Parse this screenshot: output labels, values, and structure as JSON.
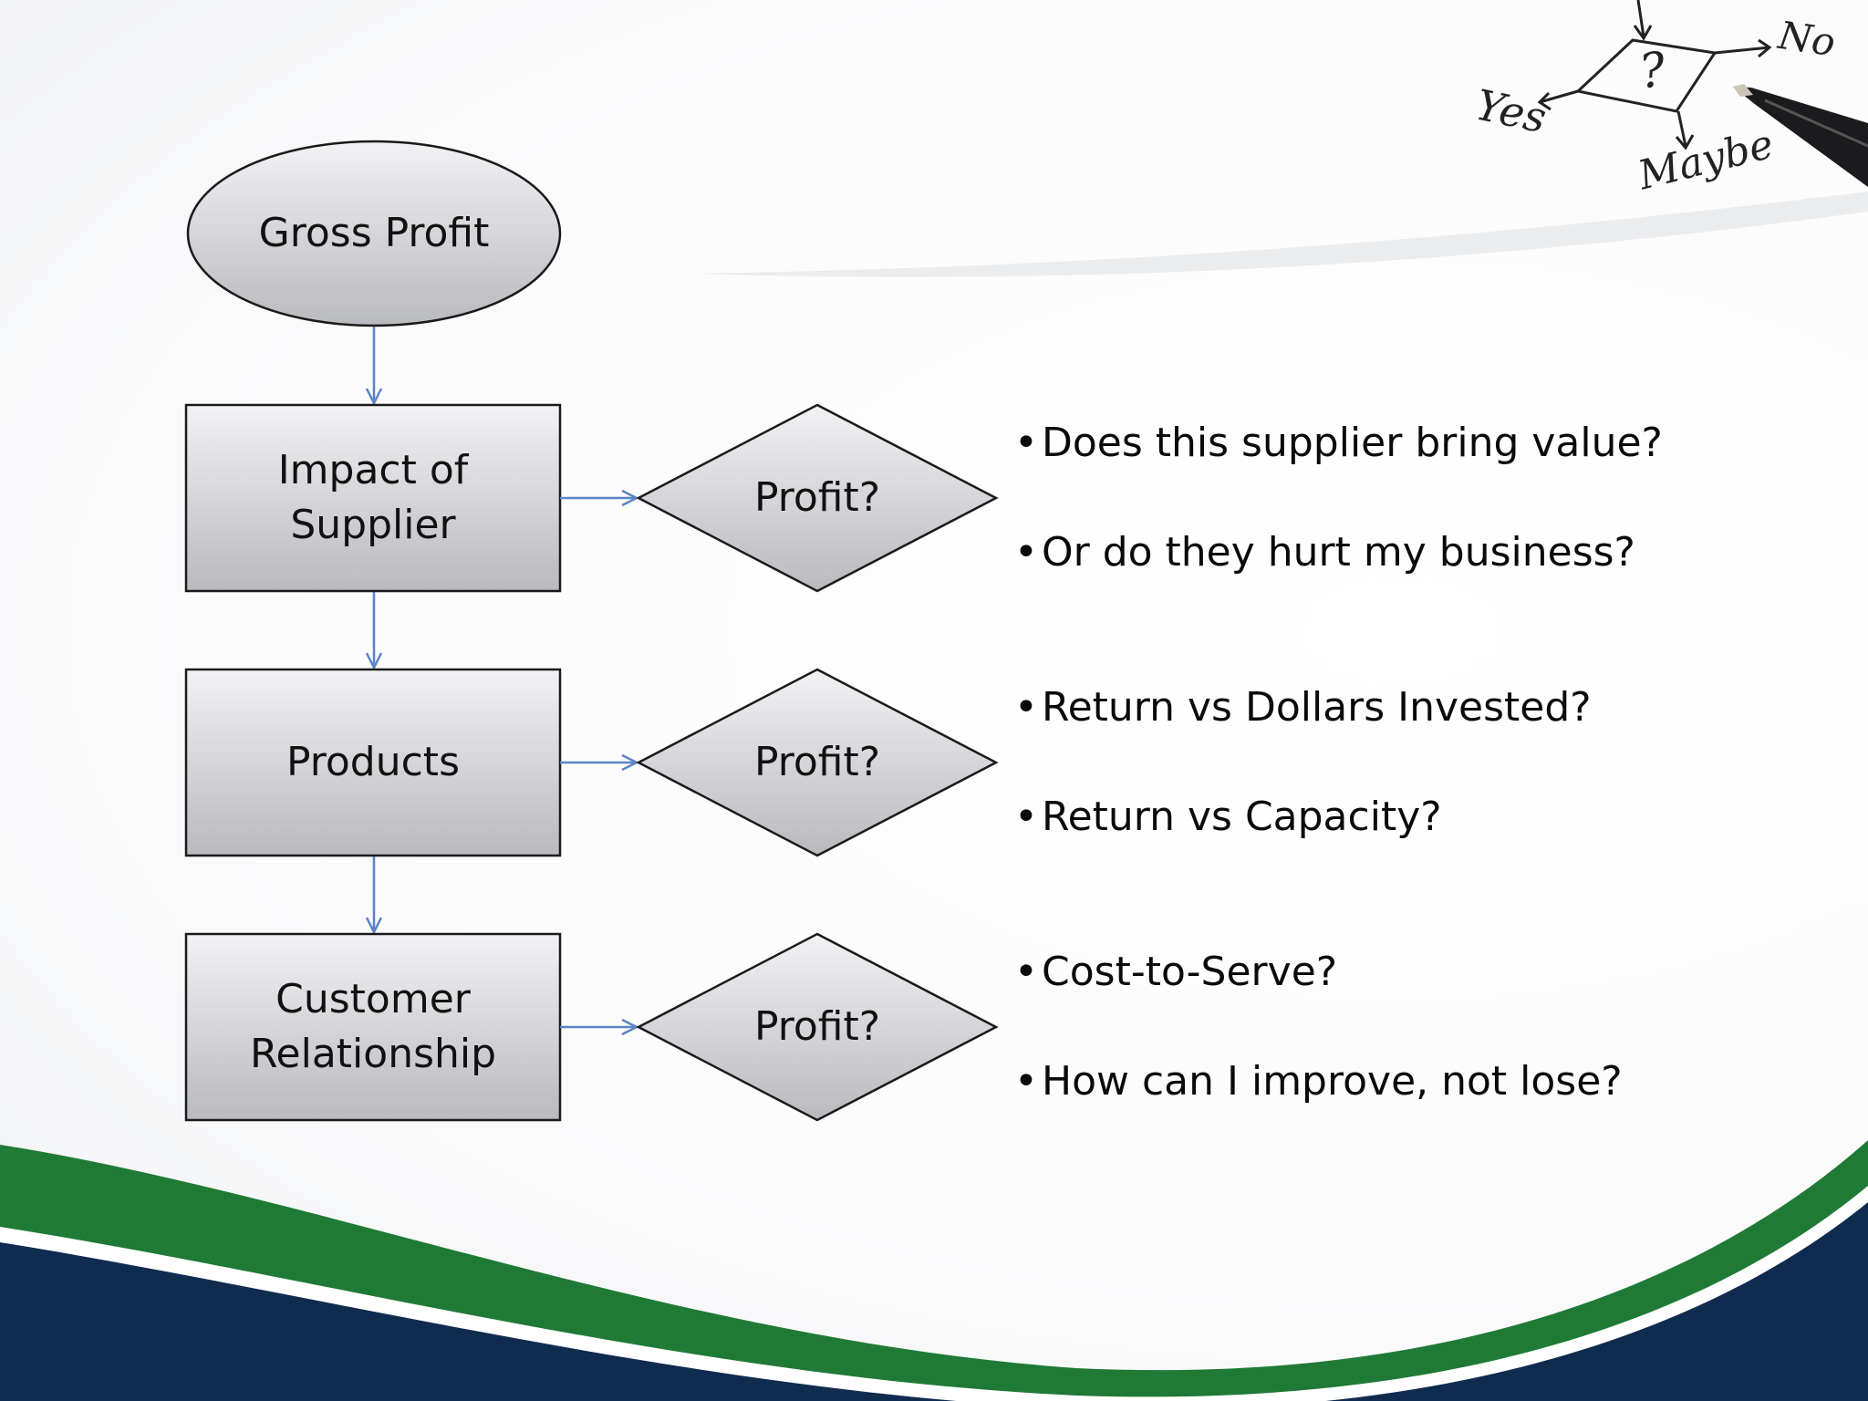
{
  "colors": {
    "arrow": "#5b84c4",
    "node_fill_top": "#f2f2f4",
    "node_fill_bottom": "#b9babe",
    "green_band": "#1f7a35",
    "navy_band": "#0f2c4f"
  },
  "flowchart": {
    "start": "Gross Profit",
    "steps": [
      {
        "label": "Impact of\nSupplier",
        "decision": "Profit?",
        "questions": [
          "Does this supplier bring value?",
          "Or do they hurt my business?"
        ]
      },
      {
        "label": "Products",
        "decision": "Profit?",
        "questions": [
          "Return vs Dollars Invested?",
          "Return vs Capacity?"
        ]
      },
      {
        "label": "Customer\nRelationship",
        "decision": "Profit?",
        "questions": [
          "Cost-to-Serve?",
          "How can I improve, not lose?"
        ]
      }
    ]
  },
  "corner_sketch": {
    "question_mark": "?",
    "yes": "Yes",
    "no": "No",
    "maybe": "Maybe"
  },
  "icons": {
    "pen": "pen-icon"
  }
}
